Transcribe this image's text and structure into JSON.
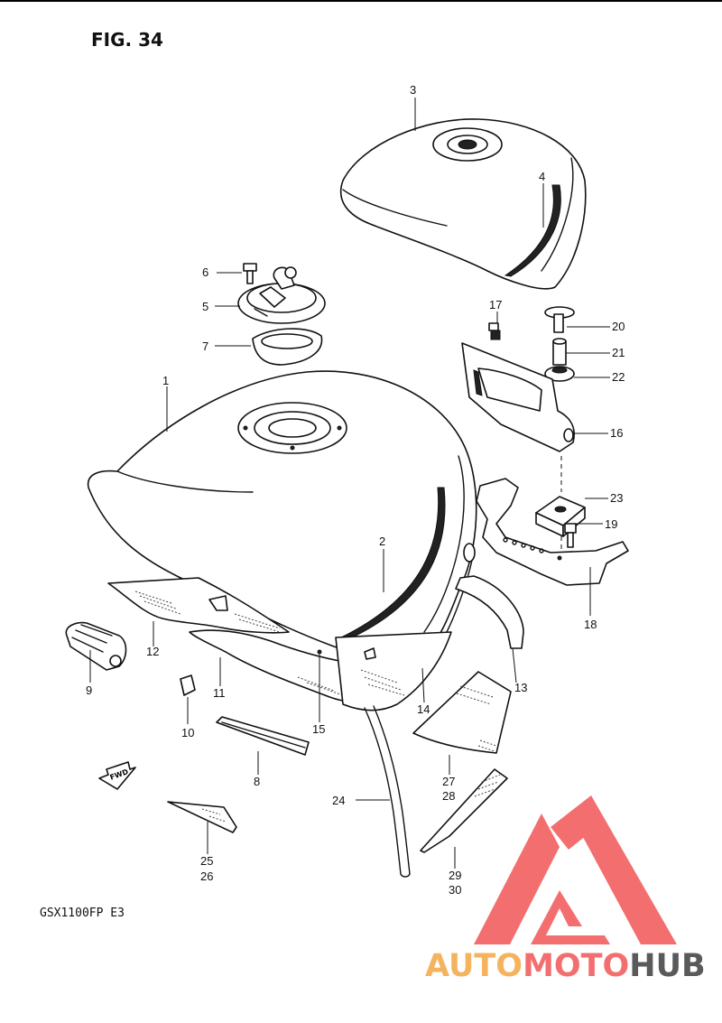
{
  "figure": {
    "title": "FIG. 34",
    "model": "GSX1100FP  E3",
    "fwd_label": "FWD"
  },
  "part_labels": {
    "p1": "1",
    "p2": "2",
    "p3": "3",
    "p4": "4",
    "p5": "5",
    "p6": "6",
    "p7": "7",
    "p8": "8",
    "p9": "9",
    "p10": "10",
    "p11": "11",
    "p12": "12",
    "p13": "13",
    "p14": "14",
    "p15": "15",
    "p16": "16",
    "p17": "17",
    "p18": "18",
    "p19": "19",
    "p20": "20",
    "p21": "21",
    "p22": "22",
    "p23": "23",
    "p24": "24",
    "p25": "25",
    "p26": "26",
    "p27": "27",
    "p28": "28",
    "p29": "29",
    "p30": "30"
  },
  "watermark": {
    "part1": "AUTO",
    "part2": "MOTO",
    "part3": "HUB",
    "colors": {
      "auto": "#f5b35e",
      "moto": "#f36f6f",
      "hub": "#5a5a5a",
      "logo": "#f36f6f"
    }
  }
}
